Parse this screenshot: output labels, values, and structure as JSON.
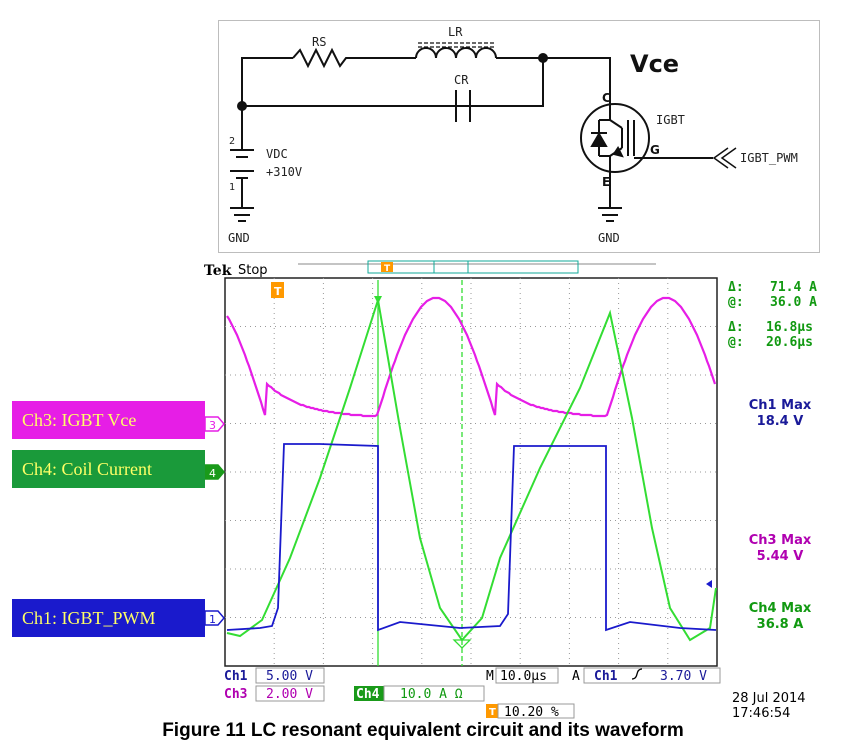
{
  "circuit": {
    "rs": "RS",
    "lr": "LR",
    "cr": "CR",
    "vdc": "VDC",
    "vdc_value": "+310V",
    "cell_plus": "2",
    "cell_minus": "1",
    "gnd_left": "GND",
    "gnd_right": "GND",
    "vce": "Vce",
    "igbt": "IGBT",
    "c": "C",
    "g": "G",
    "e": "E",
    "pwm": "IGBT_PWM"
  },
  "scope": {
    "brand": "Tek",
    "state": "Stop",
    "trigger_marker": "T",
    "meas_delta1": "71.4 A",
    "meas_at1": "36.0 A",
    "meas_delta2": "16.8µs",
    "meas_at2": "20.6µs",
    "delta_sym": "Δ:",
    "at_sym": "@:",
    "ch1_max_label": "Ch1 Max",
    "ch1_max_value": "18.4 V",
    "ch3_max_label": "Ch3 Max",
    "ch3_max_value": "5.44 V",
    "ch4_max_label": "Ch4 Max",
    "ch4_max_value": "36.8 A",
    "ch1_label": "Ch1",
    "ch1_scale": "5.00 V",
    "ch3_label": "Ch3",
    "ch3_scale": "2.00 V",
    "ch4_label": "Ch4",
    "ch4_scale": "10.0 A Ω",
    "timebase_prefix": "M",
    "timebase": "10.0µs",
    "trig_mode": "A",
    "trig_src": "Ch1",
    "trig_level": "3.70 V",
    "trig_pos": "10.20 %",
    "date": "28 Jul  2014",
    "time": "17:46:54",
    "marker3": "3",
    "marker4": "4",
    "marker1": "1",
    "colors": {
      "ch1": "#1a1acc",
      "ch3": "#e61ee6",
      "ch4": "#33dd33"
    }
  },
  "labels": {
    "ch3": "Ch3: IGBT Vce",
    "ch4": "Ch4: Coil Current",
    "ch1": "Ch1: IGBT_PWM"
  },
  "caption": "Figure 11 LC resonant equivalent circuit and its waveform"
}
